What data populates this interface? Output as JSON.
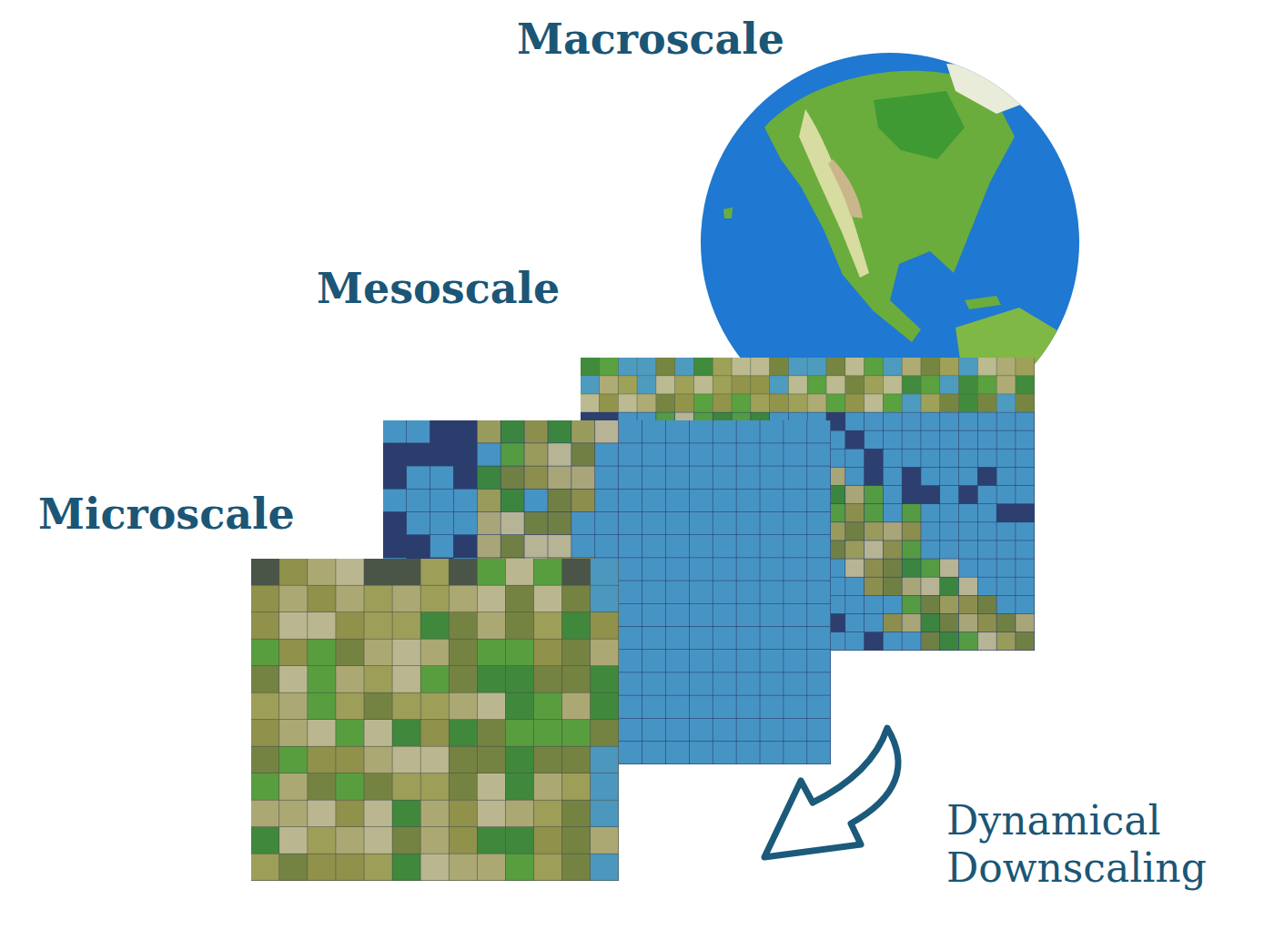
{
  "diagram": {
    "labels": [
      "Macroscale",
      "Mesoscale",
      "Microscale",
      "Dynamical Downscaling"
    ]
  }
}
